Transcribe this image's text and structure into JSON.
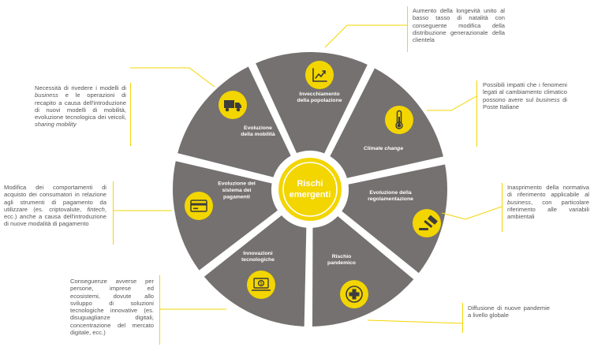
{
  "center": {
    "line1": "Rischi",
    "line2": "emergenti"
  },
  "segments": [
    {
      "id": "invecchiamento",
      "icon": "chart-trend-icon",
      "label": [
        "Invecchiamento",
        "della popolazione"
      ],
      "description": [
        {
          "t": "Aumento della longevità unito al basso tasso di natalità con conseguente modifica della distribuzione generazionale della clientela"
        }
      ]
    },
    {
      "id": "climate",
      "icon": "thermometer-icon",
      "label": [
        "Climate change"
      ],
      "description": [
        {
          "t": "Possibili impatti che i fenomeni legati al cambiamento climatico possono avere sul "
        },
        {
          "t": "business",
          "i": true
        },
        {
          "t": " di Poste Italiane"
        }
      ]
    },
    {
      "id": "regolamentazione",
      "icon": "gavel-icon",
      "label": [
        "Evoluzione della",
        "regolamentazione"
      ],
      "description": [
        {
          "t": "Inasprimento della normativa di riferimento applicabile al "
        },
        {
          "t": "business",
          "i": true
        },
        {
          "t": ", con particolare riferimento alle variabili ambientali"
        }
      ]
    },
    {
      "id": "pandemico",
      "icon": "medical-cross-icon",
      "label": [
        "Rischio",
        "pandemico"
      ],
      "description": [
        {
          "t": "Diffusione di nuove pandemie a livello globale"
        }
      ]
    },
    {
      "id": "innovazioni",
      "icon": "laptop-dollar-icon",
      "label": [
        "Innovazioni",
        "tecnologiche"
      ],
      "description": [
        {
          "t": "Conseguenze avverse per persone, imprese ed ecosistemi, dovute allo sviluppo di soluzioni tecnologiche innovative (es. disuguaglianze digitali, concentrazione del mercato digitale, ecc.)"
        }
      ]
    },
    {
      "id": "pagamenti",
      "icon": "credit-card-icon",
      "label": [
        "Evoluzione del",
        "sistema dei",
        "pagamenti"
      ],
      "description": [
        {
          "t": "Modifica dei comportamenti di acquisto dei consumatori in relazione agli strumenti di pagamento da utilizzare (es. criptovalute, "
        },
        {
          "t": "fintech",
          "i": true
        },
        {
          "t": ", ecc.) anche a causa dell'introduzione di nuove modalità di pagamento"
        }
      ]
    },
    {
      "id": "mobilita",
      "icon": "delivery-truck-icon",
      "label": [
        "Evoluzione",
        "della mobilità"
      ],
      "description": [
        {
          "t": "Necessità di rivedere i modelli di "
        },
        {
          "t": "business",
          "i": true
        },
        {
          "t": " e le operazioni di recapito a causa dell'introduzione di nuovi modelli di mobilità, evoluzione tecnologica dei veicoli, "
        },
        {
          "t": "sharing mobility",
          "i": true
        }
      ]
    }
  ],
  "colors": {
    "segment": "#757170",
    "accent": "#f3d500",
    "icon_stroke": "#3d3d3d",
    "text": "#555555"
  }
}
